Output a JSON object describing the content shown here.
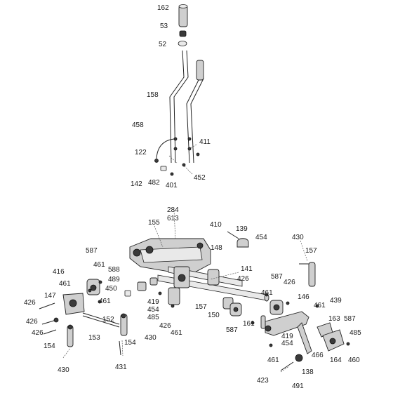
{
  "callouts": [
    {
      "id": "c162",
      "text": "162"
    },
    {
      "id": "c53",
      "text": "53"
    },
    {
      "id": "c52",
      "text": "52"
    },
    {
      "id": "c158",
      "text": "158"
    },
    {
      "id": "c458",
      "text": "458"
    },
    {
      "id": "c411",
      "text": "411"
    },
    {
      "id": "c122",
      "text": "122"
    },
    {
      "id": "c452",
      "text": "452"
    },
    {
      "id": "c142",
      "text": "142"
    },
    {
      "id": "c482",
      "text": "482"
    },
    {
      "id": "c401",
      "text": "401"
    },
    {
      "id": "c284",
      "text": "284"
    },
    {
      "id": "c613",
      "text": "613"
    },
    {
      "id": "c155",
      "text": "155"
    },
    {
      "id": "c410",
      "text": "410"
    },
    {
      "id": "c139",
      "text": "139"
    },
    {
      "id": "c454a",
      "text": "454"
    },
    {
      "id": "c430a",
      "text": "430"
    },
    {
      "id": "c148",
      "text": "148"
    },
    {
      "id": "c157a",
      "text": "157"
    },
    {
      "id": "c587a",
      "text": "587"
    },
    {
      "id": "c461a",
      "text": "461"
    },
    {
      "id": "c416",
      "text": "416"
    },
    {
      "id": "c461b",
      "text": "461"
    },
    {
      "id": "c588",
      "text": "588"
    },
    {
      "id": "c489",
      "text": "489"
    },
    {
      "id": "c141",
      "text": "141"
    },
    {
      "id": "c426a",
      "text": "426"
    },
    {
      "id": "c587b",
      "text": "587"
    },
    {
      "id": "c426b",
      "text": "426"
    },
    {
      "id": "c450",
      "text": "450"
    },
    {
      "id": "c147",
      "text": "147"
    },
    {
      "id": "c461c",
      "text": "461"
    },
    {
      "id": "c419a",
      "text": "419"
    },
    {
      "id": "c454b",
      "text": "454"
    },
    {
      "id": "c485a",
      "text": "485"
    },
    {
      "id": "c461d",
      "text": "461"
    },
    {
      "id": "c146",
      "text": "146"
    },
    {
      "id": "c461e",
      "text": "461"
    },
    {
      "id": "c439",
      "text": "439"
    },
    {
      "id": "c426c",
      "text": "426"
    },
    {
      "id": "c157b",
      "text": "157"
    },
    {
      "id": "c150",
      "text": "150"
    },
    {
      "id": "c163",
      "text": "163"
    },
    {
      "id": "c587c",
      "text": "587"
    },
    {
      "id": "c426d",
      "text": "426"
    },
    {
      "id": "c461f",
      "text": "461"
    },
    {
      "id": "c587d",
      "text": "587"
    },
    {
      "id": "c161",
      "text": "161"
    },
    {
      "id": "c152",
      "text": "152"
    },
    {
      "id": "c426e",
      "text": "426"
    },
    {
      "id": "c485b",
      "text": "485"
    },
    {
      "id": "c426f",
      "text": "426"
    },
    {
      "id": "c419b",
      "text": "419"
    },
    {
      "id": "c454c",
      "text": "454"
    },
    {
      "id": "c154a",
      "text": "154"
    },
    {
      "id": "c153",
      "text": "153"
    },
    {
      "id": "c430b",
      "text": "430"
    },
    {
      "id": "c466",
      "text": "466"
    },
    {
      "id": "c164",
      "text": "164"
    },
    {
      "id": "c460",
      "text": "460"
    },
    {
      "id": "c154b",
      "text": "154"
    },
    {
      "id": "c461g",
      "text": "461"
    },
    {
      "id": "c430c",
      "text": "430"
    },
    {
      "id": "c431",
      "text": "431"
    },
    {
      "id": "c138",
      "text": "138"
    },
    {
      "id": "c423",
      "text": "423"
    },
    {
      "id": "c491",
      "text": "491"
    }
  ],
  "colors": {
    "background": "#ffffff",
    "ink": "#1a1a1a",
    "metal": "#cfcfcf",
    "dark_part": "#3a3a3a"
  }
}
